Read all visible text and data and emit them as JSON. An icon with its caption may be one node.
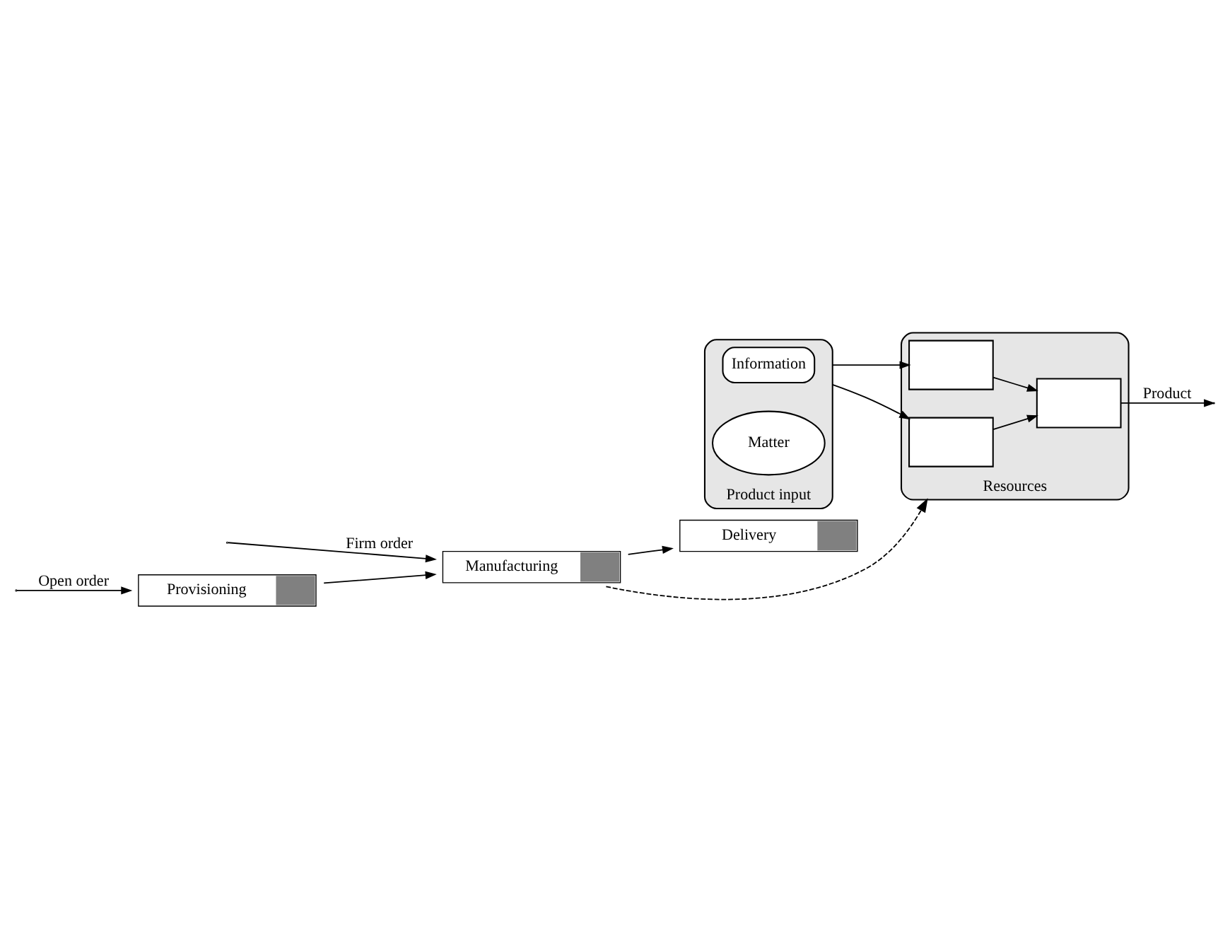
{
  "diagram": {
    "nodes": [
      {
        "text": [
          "Provisioning"
        ]
      },
      {
        "text": [
          "Manufacturing"
        ]
      },
      {
        "text": [
          "Delivery"
        ]
      },
      {
        "text": [
          "Product input"
        ]
      },
      {
        "text": [
          "Information"
        ],
        "in": 3
      },
      {
        "text": [
          "Matter"
        ],
        "in": 3
      },
      {
        "text": [
          "Resources"
        ]
      },
      {
        "text": [],
        "shape": "box",
        "in": 6
      },
      {
        "text": [],
        "shape": "box",
        "in": 6
      },
      {
        "text": [],
        "shape": "box",
        "in": 6
      }
    ],
    "edges": [
      {
        "from": null,
        "to": 0,
        "arrow": "to",
        "label": "Open order"
      },
      {
        "from": null,
        "to": 1,
        "arrow": "to",
        "label": "Firm order"
      },
      {
        "from": 0,
        "to": 1,
        "arrow": "to"
      },
      {
        "from": 1,
        "to": 2,
        "arrow": "to"
      },
      {
        "from": 1,
        "to": 6,
        "arrow": "to",
        "style": "dashed"
      },
      {
        "from": 3,
        "to": 7,
        "arrow": "to"
      },
      {
        "from": 3,
        "to": 8,
        "arrow": "to"
      },
      {
        "from": 7,
        "to": 9,
        "arrow": "to"
      },
      {
        "from": 8,
        "to": 9,
        "arrow": "to"
      },
      {
        "from": 9,
        "to": null,
        "arrow": "to",
        "label": "Product"
      }
    ]
  }
}
